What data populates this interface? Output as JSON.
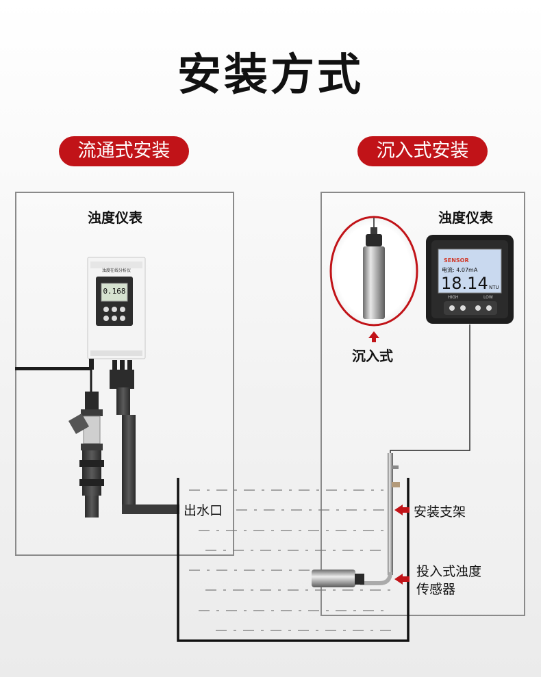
{
  "page": {
    "title": "安装方式"
  },
  "methods": {
    "flow": {
      "label": "流通式安装",
      "meter_title": "浊度仪表"
    },
    "submersion": {
      "label": "沉入式安装",
      "meter_title": "浊度仪表",
      "probe_caption": "沉入式"
    }
  },
  "flow_meter": {
    "title": "浊度在线分析仪",
    "reading": "0.168"
  },
  "controller": {
    "brand": "SENSOR",
    "status": "电流: 4.07mA",
    "value": "18.14",
    "unit": "NTU",
    "key_high": "HIGH",
    "key_low": "LOW"
  },
  "tank": {
    "outlet_label": "出水口",
    "bracket_label": "安装支架",
    "sensor_label_line1": "投入式浊度",
    "sensor_label_line2": "传感器"
  },
  "colors": {
    "accent": "#c11318",
    "pipe": "#3a3a3a",
    "panel_border": "#8a8a8a"
  }
}
